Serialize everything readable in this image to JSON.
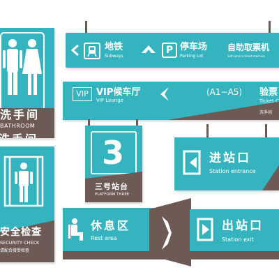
{
  "colors": {
    "teal": "#35b4c0",
    "brown": "#6e5a55",
    "white": "#ffffff"
  },
  "restroom": {
    "title": "洗手间",
    "subtitle": "BATHROOM",
    "icon": "restroom-man-woman-icon"
  },
  "top_banner": {
    "subway_zh": "地铁",
    "subway_en": "Subways",
    "subway_icon": "train-icon",
    "parking_zh": "停车场",
    "parking_en": "Parking Lot",
    "parking_icon": "parking-p-icon",
    "ticket_zh": "自助取票机",
    "ticket_en": "Self-service ticket machine"
  },
  "vip_banner": {
    "vip_logo": "VIP",
    "title_zh": "VIP候车厅",
    "title_en": "VIP Lounge",
    "gates": "(A1−A5)",
    "check_zh": "验票",
    "check_en": "Ticket C",
    "small_label": "洗手间"
  },
  "platform": {
    "number": "3",
    "title_zh": "三号站台",
    "title_en": "PLATFORM THREE"
  },
  "security": {
    "title_zh": "安全检查",
    "title_en": "SECURITY CHECK",
    "note": "请配合接受检查",
    "icon": "security-gate-icon"
  },
  "entrance": {
    "title_zh": "进站口",
    "title_en": "Station entrance",
    "icon": "entrance-door-icon"
  },
  "rest": {
    "title_zh": "休息区",
    "title_en": "Rest area",
    "icon": "seated-person-icon"
  },
  "exit": {
    "title_zh": "出站口",
    "title_en": "Station exit",
    "icon": "exit-door-icon"
  }
}
